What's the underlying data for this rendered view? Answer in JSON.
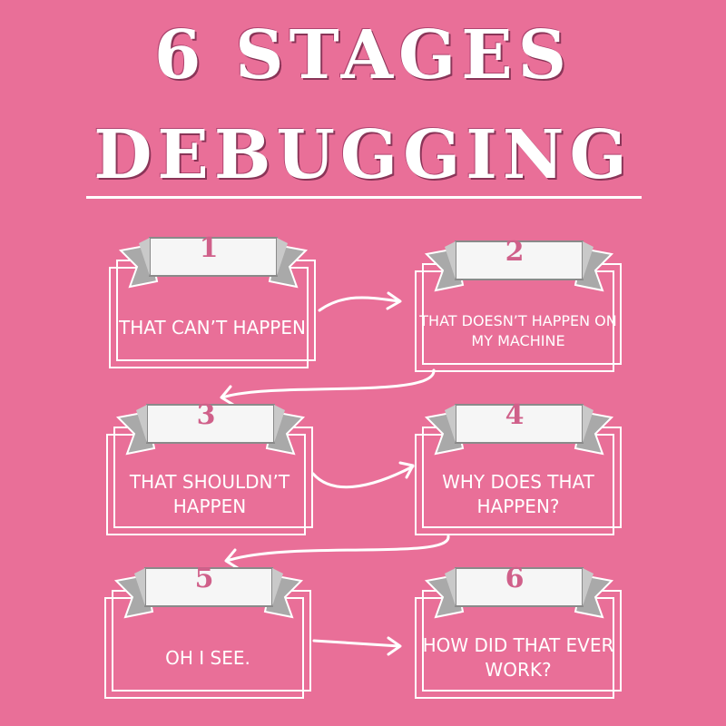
{
  "title": {
    "line1": "6 STAGES",
    "line2": "DEBUGGING"
  },
  "colors": {
    "background": "#e96f98",
    "text": "#ffffff",
    "ribbon": "#f6f6f6",
    "ribbon_shade": "#a9a9a9",
    "number": "#d0608a"
  },
  "stages": [
    {
      "number": "1",
      "text": "THAT CAN’T HAPPEN"
    },
    {
      "number": "2",
      "text": "THAT DOESN’T HAPPEN ON MY MACHINE"
    },
    {
      "number": "3",
      "text": "THAT SHOULDN’T HAPPEN"
    },
    {
      "number": "4",
      "text": "WHY DOES THAT HAPPEN?"
    },
    {
      "number": "5",
      "text": "OH I SEE."
    },
    {
      "number": "6",
      "text": "HOW DID THAT EVER WORK?"
    }
  ]
}
